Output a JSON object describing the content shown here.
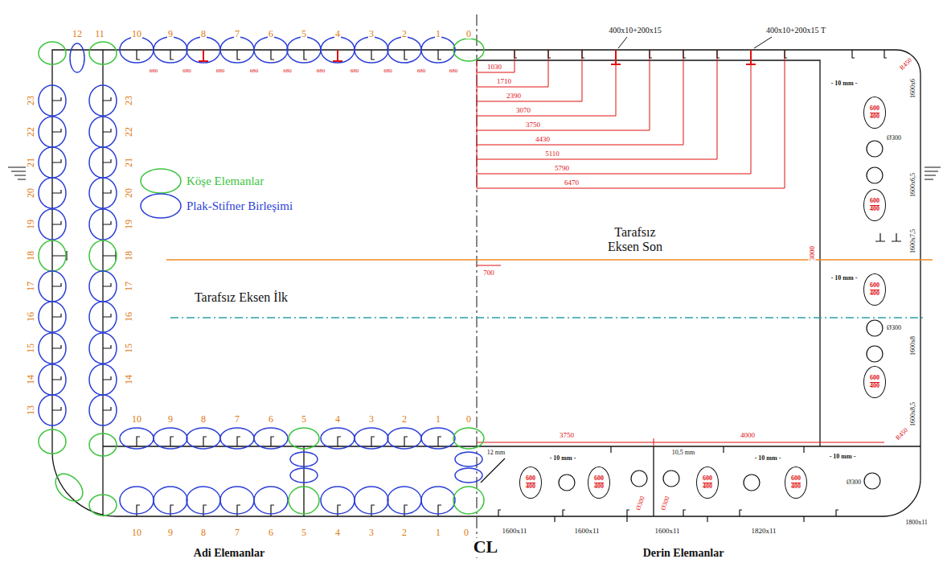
{
  "diagram": {
    "nodes": [
      {
        "text": [
          "600",
          "400"
        ]
      },
      {
        "text": [
          "600",
          "400"
        ]
      },
      {
        "text": [
          "600",
          "400"
        ]
      },
      {
        "text": [
          "600",
          "400"
        ]
      },
      {
        "text": [
          "600",
          "400"
        ]
      },
      {
        "text": [
          "600",
          "400"
        ]
      },
      {
        "text": [
          "600",
          "400"
        ]
      },
      {
        "text": [
          "600",
          "400"
        ]
      }
    ],
    "labels": [
      "10",
      "9",
      "8",
      "7",
      "6",
      "5",
      "4",
      "3",
      "2",
      "1",
      "0",
      "12",
      "11",
      "680",
      "680",
      "680",
      "680",
      "680",
      "680",
      "680",
      "680",
      "680",
      "680",
      "23",
      "22",
      "21",
      "20",
      "19",
      "18",
      "17",
      "16",
      "15",
      "14",
      "13",
      "23",
      "22",
      "21",
      "20",
      "19",
      "18",
      "17",
      "16",
      "15",
      "14",
      "10",
      "9",
      "8",
      "7",
      "6",
      "5",
      "4",
      "3",
      "2",
      "1",
      "0",
      "10",
      "9",
      "8",
      "7",
      "6",
      "5",
      "4",
      "3",
      "2",
      "1",
      "0",
      "Tarafsız Eksen İlk",
      "Tarafsız Eksen Son",
      "Adi Elemanlar",
      "Derin Elemanlar",
      "CL",
      "400x10+200x15",
      "400x10+200x15 T",
      "1030",
      "1710",
      "2390",
      "3070",
      "3750",
      "4430",
      "5110",
      "5790",
      "6470",
      "700",
      "3000",
      "R450",
      "R450",
      "1600x6",
      "1600x6,5",
      "1600x7,5",
      "1600x8",
      "1600x8,5",
      "- 10 mm -",
      "- 10 mm -",
      "- 10 mm -",
      "- 10 mm -",
      "- 10 mm -",
      "Ø300",
      "Ø300",
      "Ø300",
      "Ø300",
      "Ø300",
      "3750",
      "4000",
      "12 mm",
      "10,5 mm",
      "1600x11",
      "1600x11",
      "1600x11",
      "1820x11",
      "1800x11"
    ],
    "legend": [
      {
        "text": "Köşe Elemanlar"
      },
      {
        "text": "Plak-Stifner Birleşimi"
      }
    ]
  }
}
